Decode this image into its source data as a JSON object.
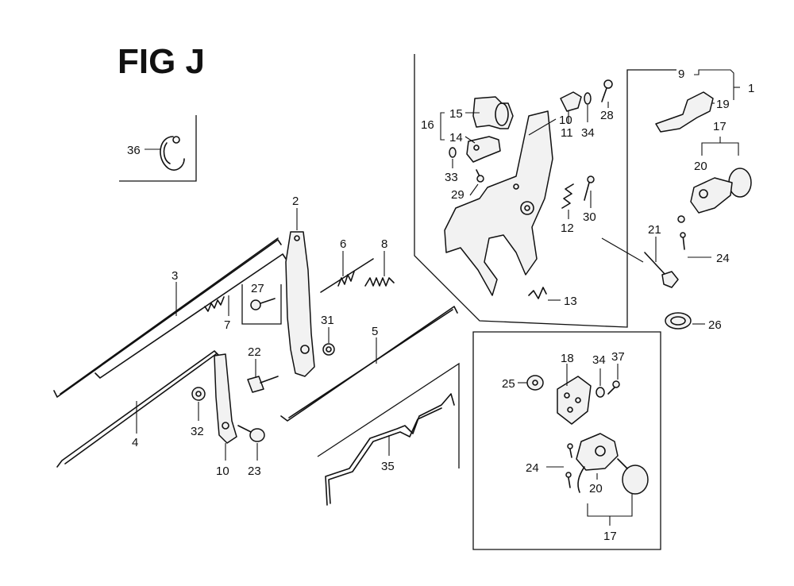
{
  "figure": {
    "title": "FIG J"
  },
  "callouts": {
    "c1": "1",
    "c2": "2",
    "c3": "3",
    "c4": "4",
    "c5": "5",
    "c6": "6",
    "c7": "7",
    "c8": "8",
    "c9": "9",
    "c10": "10",
    "c11": "11",
    "c12": "12",
    "c13": "13",
    "c14": "14",
    "c15": "15",
    "c16": "16",
    "c17": "17",
    "c17b": "17",
    "c18": "18",
    "c19": "19",
    "c20": "20",
    "c20b": "20",
    "c21": "21",
    "c22": "22",
    "c23": "23",
    "c24": "24",
    "c24b": "24",
    "c25": "25",
    "c26": "26",
    "c27": "27",
    "c28": "28",
    "c29": "29",
    "c30": "30",
    "c31": "31",
    "c32": "32",
    "c33": "33",
    "c34": "34",
    "c34b": "34",
    "c35": "35",
    "c36": "36",
    "c37": "37"
  }
}
